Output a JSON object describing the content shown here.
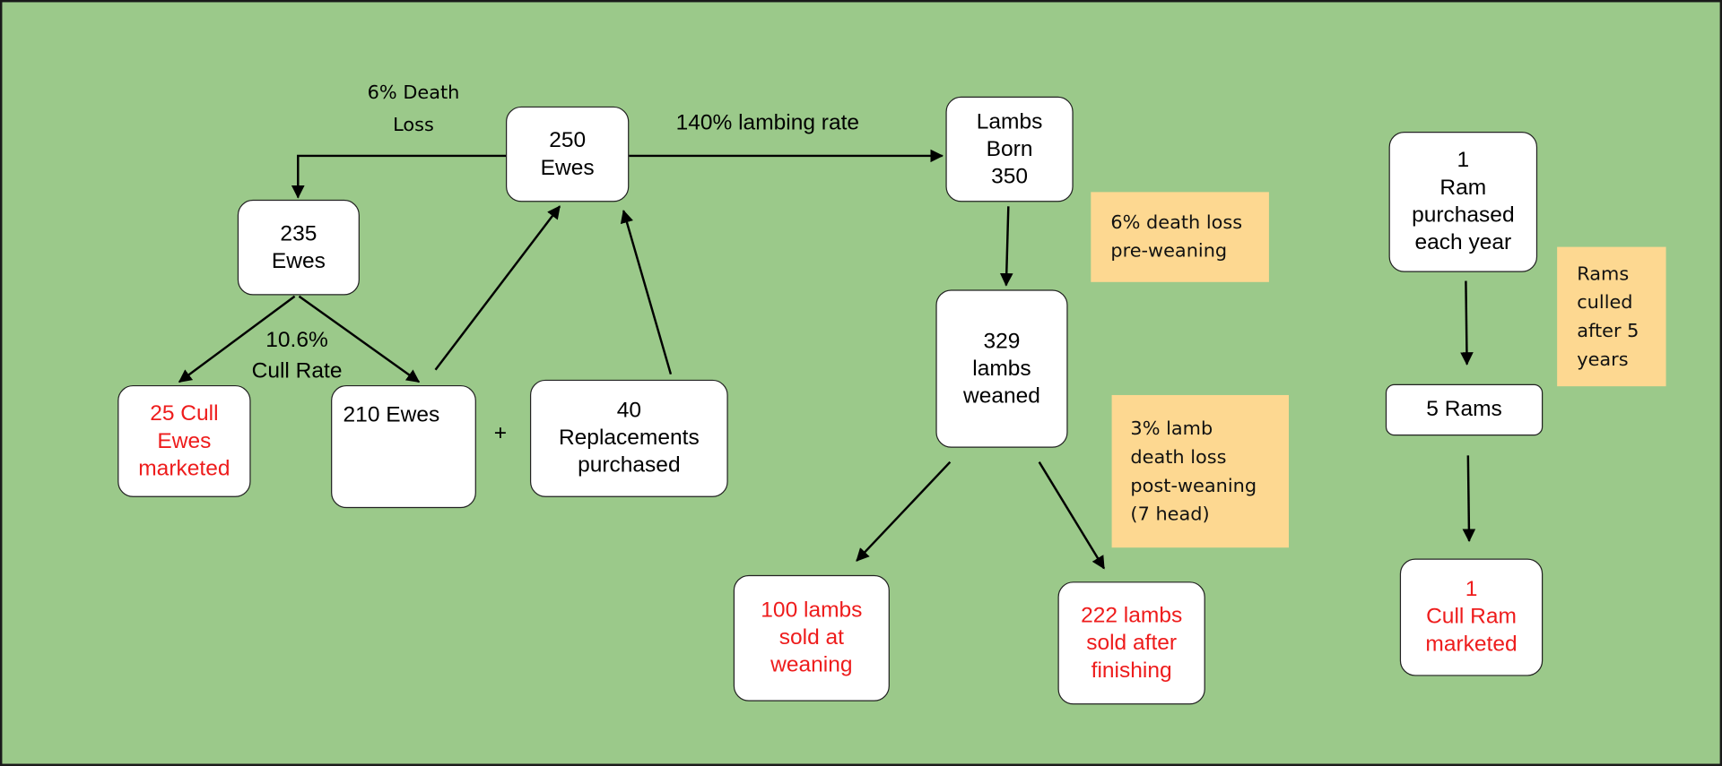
{
  "colors": {
    "background": "#9bc98a",
    "node_fill": "#ffffff",
    "node_text": "#000000",
    "market_text": "#ee1c1c",
    "note_fill": "#fdd891",
    "arrow": "#000000"
  },
  "ewes": {
    "flock_250": "250\nEwes",
    "after_death_235": "235\nEwes",
    "cull_25": "25 Cull\nEwes\nmarketed",
    "kept_210": "210   Ewes",
    "replacements_40": "40\nReplacements\npurchased",
    "plus_sign": "+",
    "death_loss_label": "6% Death\nLoss",
    "cull_rate_label": "10.6%\nCull Rate",
    "lambing_rate_label": "140% lambing rate"
  },
  "lambs": {
    "born": "Lambs\nBorn\n350",
    "weaned": "329\nlambs\nweaned",
    "sold_weaning": "100 lambs\nsold at\nweaning",
    "sold_finishing": "222 lambs\nsold after\nfinishing",
    "note_pre_weaning": "6% death loss\npre-weaning",
    "note_post_weaning": "3% lamb\ndeath loss\npost-weaning\n(7 head)"
  },
  "rams": {
    "purchased": "1\nRam\npurchased\neach year",
    "flock": "5 Rams",
    "cull": "1\nCull Ram\nmarketed",
    "note_culled": "Rams\nculled\nafter 5\nyears"
  }
}
